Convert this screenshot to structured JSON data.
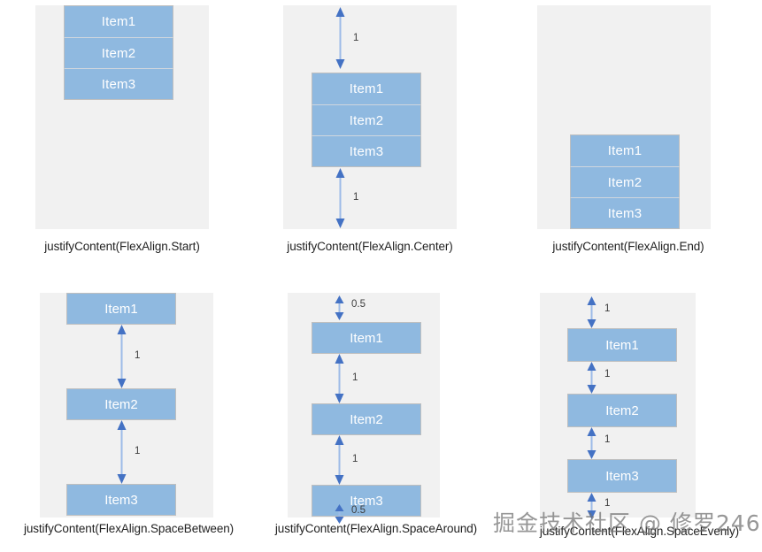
{
  "items": {
    "one": "Item1",
    "two": "Item2",
    "three": "Item3"
  },
  "colors": {
    "item_fill": "#8fb9e0",
    "panel_fill": "#f1f1f1",
    "arrow": "#4472c4",
    "item_text": "#ffffff",
    "label_text": "#222222"
  },
  "panels": [
    {
      "id": "start",
      "label": "justifyContent(FlexAlign.Start)",
      "gaps": []
    },
    {
      "id": "center",
      "label": "justifyContent(FlexAlign.Center)",
      "gaps": [
        {
          "name": "top-gap",
          "value": "1"
        },
        {
          "name": "bottom-gap",
          "value": "1"
        }
      ]
    },
    {
      "id": "end",
      "label": "justifyContent(FlexAlign.End)",
      "gaps": []
    },
    {
      "id": "space-between",
      "label": "justifyContent(FlexAlign.SpaceBetween)",
      "gaps": [
        {
          "name": "gap-1-2",
          "value": "1"
        },
        {
          "name": "gap-2-3",
          "value": "1"
        }
      ]
    },
    {
      "id": "space-around",
      "label": "justifyContent(FlexAlign.SpaceAround)",
      "gaps": [
        {
          "name": "top-gap",
          "value": "0.5"
        },
        {
          "name": "gap-1-2",
          "value": "1"
        },
        {
          "name": "gap-2-3",
          "value": "1"
        },
        {
          "name": "bottom-gap",
          "value": "0.5"
        }
      ]
    },
    {
      "id": "space-evenly",
      "label": "justifyContent(FlexAlign.SpaceEvenly)",
      "gaps": [
        {
          "name": "top-gap",
          "value": "1"
        },
        {
          "name": "gap-1-2",
          "value": "1"
        },
        {
          "name": "gap-2-3",
          "value": "1"
        },
        {
          "name": "bottom-gap",
          "value": "1"
        }
      ]
    }
  ],
  "watermark": "掘金技术社区 @ 修罗246"
}
